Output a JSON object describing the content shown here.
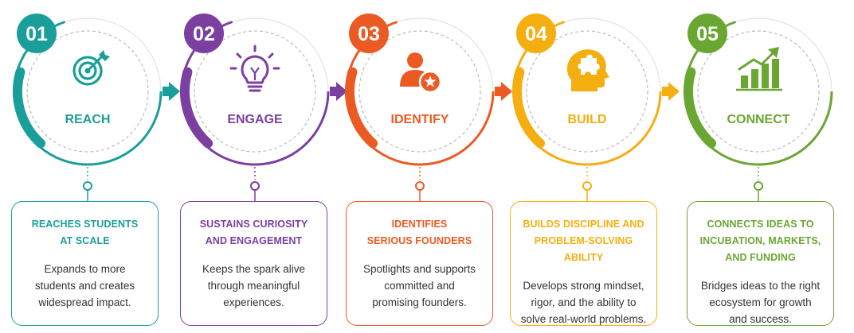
{
  "steps": [
    {
      "number": "01",
      "label": "REACH",
      "icon": "target-icon",
      "color": "#1a9e9a",
      "title": "REACHES STUDENTS\nAT SCALE",
      "description": "Expands to more\nstudents and creates\nwidespread impact."
    },
    {
      "number": "02",
      "label": "ENGAGE",
      "icon": "lightbulb-icon",
      "color": "#7b3fa0",
      "title": "SUSTAINS CURIOSITY\nAND ENGAGEMENT",
      "description": "Keeps the spark alive\nthrough meaningful\nexperiences."
    },
    {
      "number": "03",
      "label": "IDENTIFY",
      "icon": "person-star-icon",
      "color": "#ec5a24",
      "title": "IDENTIFIES\nSERIOUS FOUNDERS",
      "description": "Spotlights and supports\ncommitted and\npromising founders."
    },
    {
      "number": "04",
      "label": "BUILD",
      "icon": "head-puzzle-icon",
      "color": "#f5ae0f",
      "title": "BUILDS DISCIPLINE AND\nPROBLEM-SOLVING ABILITY",
      "description": "Develops strong mindset,\nrigor, and the ability to\nsolve real-world problems."
    },
    {
      "number": "05",
      "label": "CONNECT",
      "icon": "growth-chart-icon",
      "color": "#6aa632",
      "title": "CONNECTS IDEAS TO\nINCUBATION, MARKETS,\nAND FUNDING",
      "description": "Bridges ideas to the right\necosystem for growth\nand success."
    }
  ]
}
